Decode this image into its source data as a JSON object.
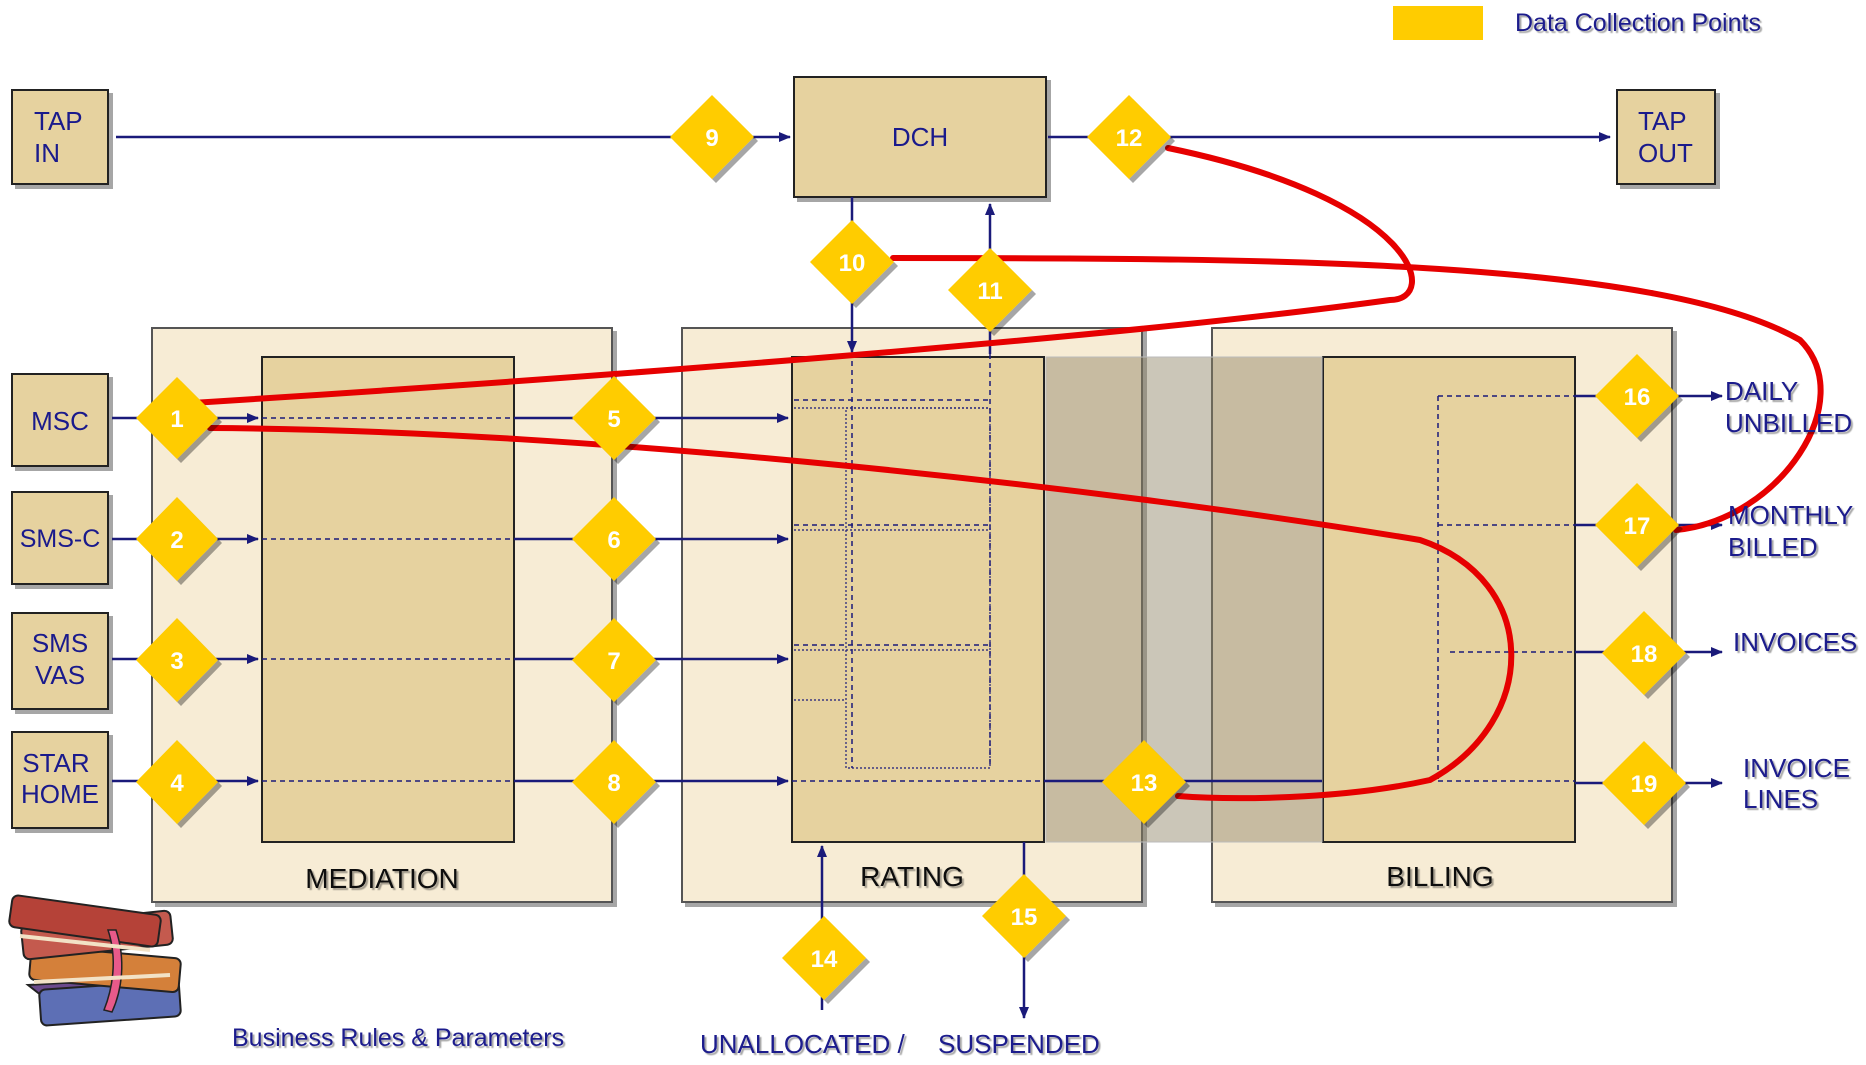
{
  "legend": {
    "label": "Data Collection Points",
    "swatch_color": "#FFCC00"
  },
  "colors": {
    "node_fill": "#E6D29F",
    "panel_fill": "#F7ECD5",
    "line": "#1A1A7A",
    "diamond": "#FFCC00",
    "diamond_text": "#FFFFFF",
    "curve": "#E60000",
    "shade": "#8C8062"
  },
  "nodes": {
    "tap_in": [
      "TAP",
      "IN"
    ],
    "tap_out": [
      "TAP",
      "OUT"
    ],
    "dch": "DCH",
    "msc": "MSC",
    "smsc": "SMS-C",
    "smsvas": [
      "SMS",
      "VAS"
    ],
    "starhome": [
      "STAR",
      "HOME"
    ]
  },
  "panels": {
    "mediation": "MEDIATION",
    "rating": "RATING",
    "billing": "BILLING"
  },
  "outputs": {
    "daily_unbilled": [
      "DAILY",
      "UNBILLED"
    ],
    "monthly_billed": [
      "MONTHLY",
      "BILLED"
    ],
    "invoices": "INVOICES",
    "invoice_lines": [
      "INVOICE",
      "LINES"
    ],
    "unallocated": "UNALLOCATED /",
    "suspended": "SUSPENDED"
  },
  "collection_points": [
    "1",
    "2",
    "3",
    "4",
    "5",
    "6",
    "7",
    "8",
    "9",
    "10",
    "11",
    "12",
    "13",
    "14",
    "15",
    "16",
    "17",
    "18",
    "19"
  ],
  "footer": {
    "business_rules": "Business Rules & Parameters",
    "books_icon": "books-icon"
  }
}
